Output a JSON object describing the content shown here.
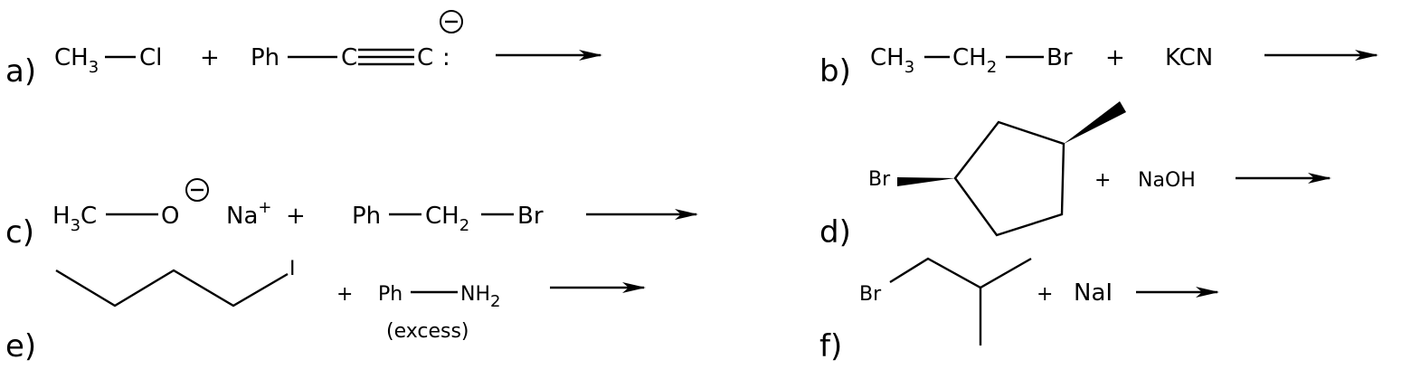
{
  "reactions": {
    "a": {
      "label": "a)",
      "ch3": "CH",
      "sub3": "3",
      "cl": "Cl",
      "plus": "+",
      "ph": "Ph",
      "c1": "C",
      "c2": "C",
      "charge": "−",
      "lonepair": ":"
    },
    "b": {
      "label": "b)",
      "ch3": "CH",
      "sub3": "3",
      "ch2": "CH",
      "sub2": "2",
      "br": "Br",
      "plus": "+",
      "reagent": "KCN"
    },
    "c": {
      "label": "c)",
      "h": "H",
      "sub3": "3",
      "c": "C",
      "o": "O",
      "charge": "−",
      "na": "Na",
      "naplus": "+",
      "plus": "+",
      "ph": "Ph",
      "ch2": "CH",
      "sub2": "2",
      "br": "Br"
    },
    "d": {
      "label": "d)",
      "br": "Br",
      "plus": "+",
      "reagent": "NaOH"
    },
    "e": {
      "label": "e)",
      "i": "I",
      "plus": "+",
      "ph": "Ph",
      "nh": "NH",
      "sub2": "2",
      "note": "(excess)"
    },
    "f": {
      "label": "f)",
      "br": "Br",
      "plus": "+",
      "reagent": "NaI"
    }
  }
}
